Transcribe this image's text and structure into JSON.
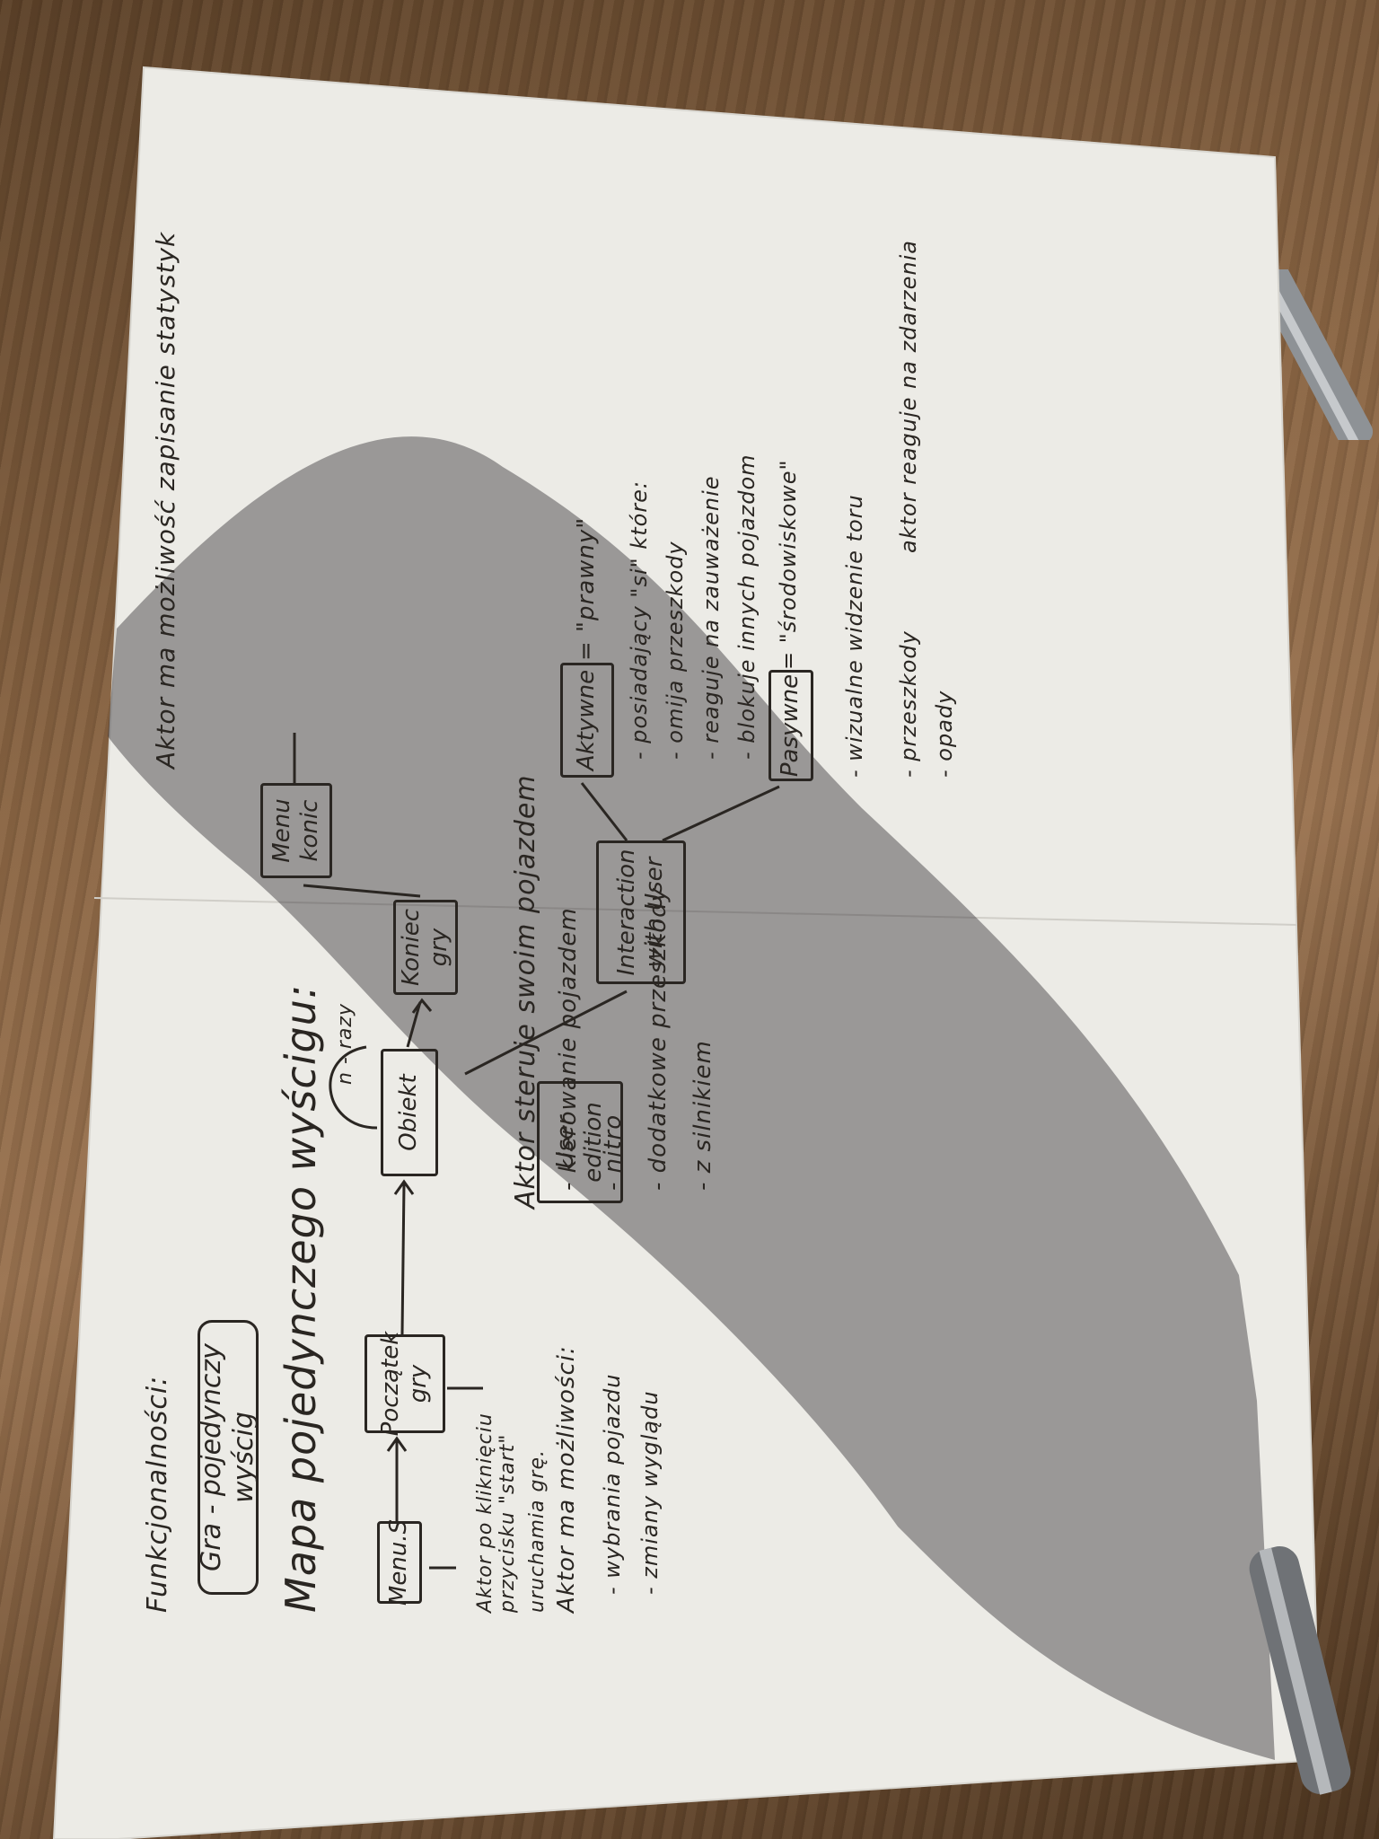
{
  "note": {
    "heading": "Funkcjonalności:",
    "title_box": "Gra - pojedynczy wyścig",
    "subtitle": "Mapa pojedynczego wyścigu:",
    "actor_left": "Aktor po kliknięciu\nprzycisku \"start\"",
    "actor_line2": "uruchamia grę.",
    "actor_line3": "Aktor ma możliwości:",
    "left_items": [
      "- wybrania pojazdu",
      "- zmiany wyglądu"
    ],
    "box_menu": "Menu.S",
    "box_start": "Początek\ngry",
    "box_obiekt": "Obiekt",
    "box_user": "User\nedition",
    "box_koniec": "Koniec\ngry",
    "box_menu_konic": "Menu\nkonic",
    "box_interaction": "Interaction\nwith User",
    "box_aktywne": "Aktywne",
    "box_pasywne": "Pasywne",
    "loop_label": "n - razy",
    "actor_steer": "Aktor steruje swoim pojazdem",
    "steer_items": [
      "- kierowanie pojazdem",
      "- nitro",
      "- dodatkowe przeszkody",
      "- z silnikiem"
    ],
    "right_top": "Aktor ma możliwość zapisanie statystyk",
    "aktywne_desc": "= \"prawny\"",
    "aktywne_items": [
      "- posiadający \"si\" które:",
      "- omija przeszkody",
      "- reaguje na zauważenie",
      "- blokuje innych pojazdom"
    ],
    "pasywne_desc": "= \"środowiskowe\"",
    "pasywne_items": [
      "- wizualne widzenie toru",
      "- przeszkody",
      "- opady"
    ],
    "right_bottom": "aktor reaguje na zdarzenia"
  }
}
